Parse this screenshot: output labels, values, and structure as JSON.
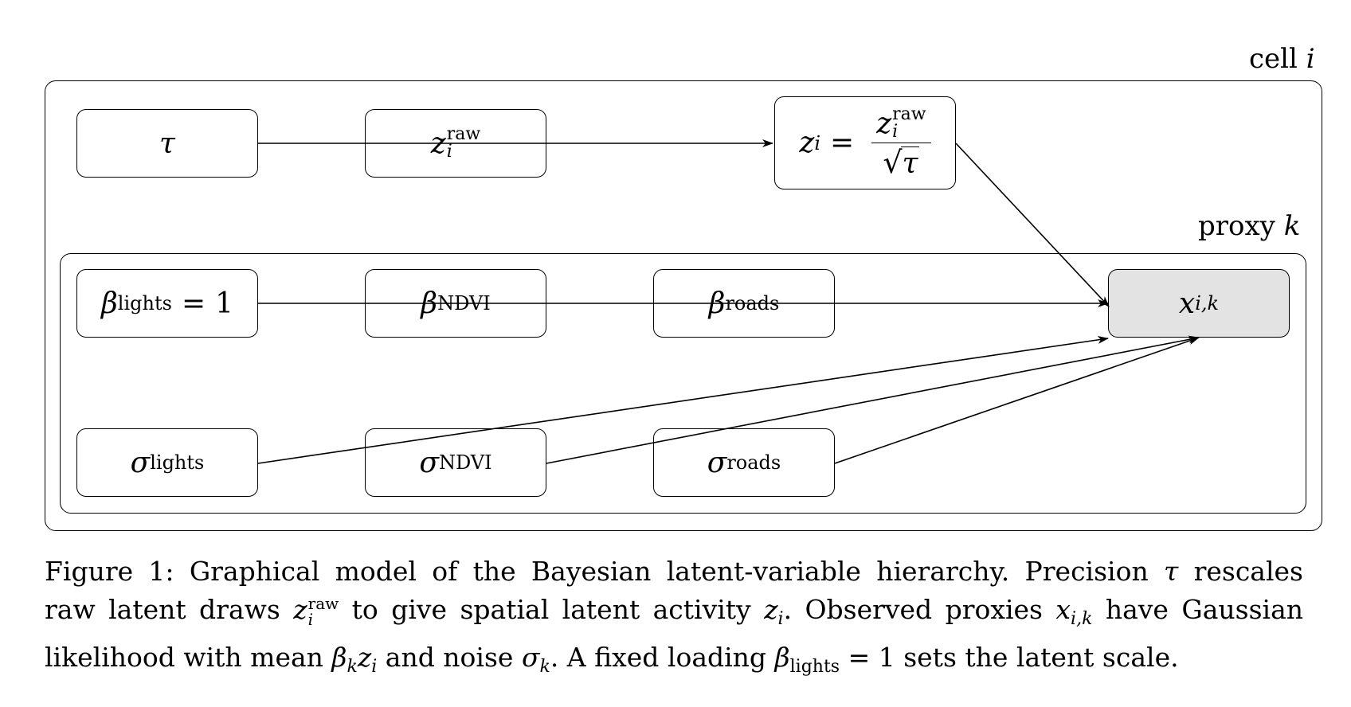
{
  "plates": {
    "cell": {
      "label_text": "cell",
      "label_index": "i"
    },
    "proxy": {
      "label_text": "proxy",
      "label_index": "k"
    }
  },
  "nodes": {
    "tau": {
      "symbol": "τ"
    },
    "z_raw": {
      "symbol": "z",
      "superscript": "raw",
      "subscript": "i"
    },
    "z_i": {
      "lhs_symbol": "z",
      "lhs_subscript": "i",
      "equals": "=",
      "num_symbol": "z",
      "num_superscript": "raw",
      "num_subscript": "i",
      "radical": "√",
      "den_symbol": "τ"
    },
    "x_ik": {
      "symbol": "x",
      "subscript": "i,k"
    },
    "beta_lights": {
      "symbol": "β",
      "subscript": "lights",
      "equals": "=",
      "value": "1"
    },
    "beta_ndvi": {
      "symbol": "β",
      "subscript": "NDVI"
    },
    "beta_roads": {
      "symbol": "β",
      "subscript": "roads"
    },
    "sigma_lights": {
      "symbol": "σ",
      "subscript": "lights"
    },
    "sigma_ndvi": {
      "symbol": "σ",
      "subscript": "NDVI"
    },
    "sigma_roads": {
      "symbol": "σ",
      "subscript": "roads"
    }
  },
  "caption": {
    "l1_a": "Figure 1:  Graphical model of the Bayesian latent-variable hierarchy.  Precision",
    "l1_tau": "τ",
    "l1_b": "rescales",
    "l2_a": "raw latent draws",
    "l2_z": "z",
    "l2_sup": "raw",
    "l2_sub": "i",
    "l2_b": "to give spatial latent activity",
    "l2_z2": "z",
    "l2_sub2": "i",
    "l2_c": ".  Observed proxies",
    "l2_x": "x",
    "l2_xsub": "i,k",
    "l2_d": "have Gaussian",
    "l3_a": "likelihood with mean",
    "l3_beta": "β",
    "l3_bsub": "k",
    "l3_z": "z",
    "l3_zsub": "i",
    "l3_b": "and noise",
    "l3_sigma": "σ",
    "l3_ssub": "k",
    "l3_c": ".  A fixed loading",
    "l3_beta2": "β",
    "l3_b2sub": "lights",
    "l3_d": "= 1 sets the latent scale."
  },
  "colors": {
    "observed_fill": "#e3e3e3",
    "stroke": "#000000"
  }
}
